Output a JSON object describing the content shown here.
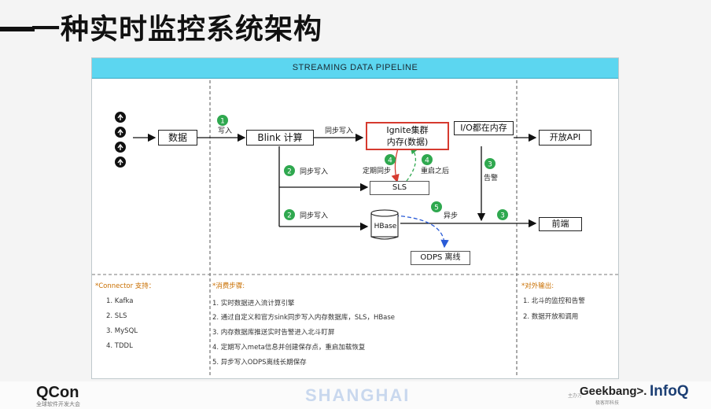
{
  "title": "一种实时监控系统架构",
  "banner": "STREAMING DATA PIPELINE",
  "nodes": {
    "data": "数据",
    "blink": "Blink 计算",
    "ignite_line1": "Ignite集群",
    "ignite_line2": "内存(数据)",
    "io": "I/O都在内存",
    "sls": "SLS",
    "hbase": "HBase",
    "odps": "ODPS 离线",
    "open_api": "开放API",
    "frontend": "前端"
  },
  "edges": {
    "write": "写入",
    "sync_write_top": "同步写入",
    "sync_write_sls": "同步写入",
    "sync_write_hbase": "同步写入",
    "periodic_sync": "定期同步",
    "after_restart": "重启之后",
    "alert": "告警",
    "async": "异步"
  },
  "badges": {
    "b1": "1",
    "b2a": "2",
    "b2b": "2",
    "b3a": "3",
    "b3b": "3",
    "b4a": "4",
    "b4b": "4",
    "b5": "5"
  },
  "notes": {
    "connector_title": "*Connector 支持：",
    "connector_items": [
      "1. Kafka",
      "2. SLS",
      "3. MySQL",
      "4. TDDL"
    ],
    "steps_title": "*消费步骤:",
    "steps": [
      "1. 实时数据进入流计算引擎",
      "2. 通过自定义和官方sink同步写入内存数据库，SLS，HBase",
      "3. 内存数据库推送实时告警进入北斗盯屏",
      "4. 定期写入meta信息并创建保存点，重启加载恢复",
      "5. 异步写入ODPS离线长期保存"
    ],
    "output_title": "*对外输出:",
    "output_items": [
      "1. 北斗的监控和告警",
      "2. 数据开放和调用"
    ]
  },
  "footer": {
    "qcon": "QCon",
    "qcon_sub": "全球软件开发大会",
    "shanghai": "SHANGHAI",
    "host": "主办方",
    "geekbang": "Geekbang>.",
    "geekbang_sub": "极客邦科技",
    "infoq": "InfoQ"
  },
  "colors": {
    "banner": "#5cd6f0",
    "badge": "#2fa84f",
    "ignite_border": "#d63a2f",
    "red_arrow": "#d63a2f",
    "green_arrow": "#2fa84f",
    "blue_arrow": "#2a5bd7",
    "note_text": "#c96f00"
  }
}
